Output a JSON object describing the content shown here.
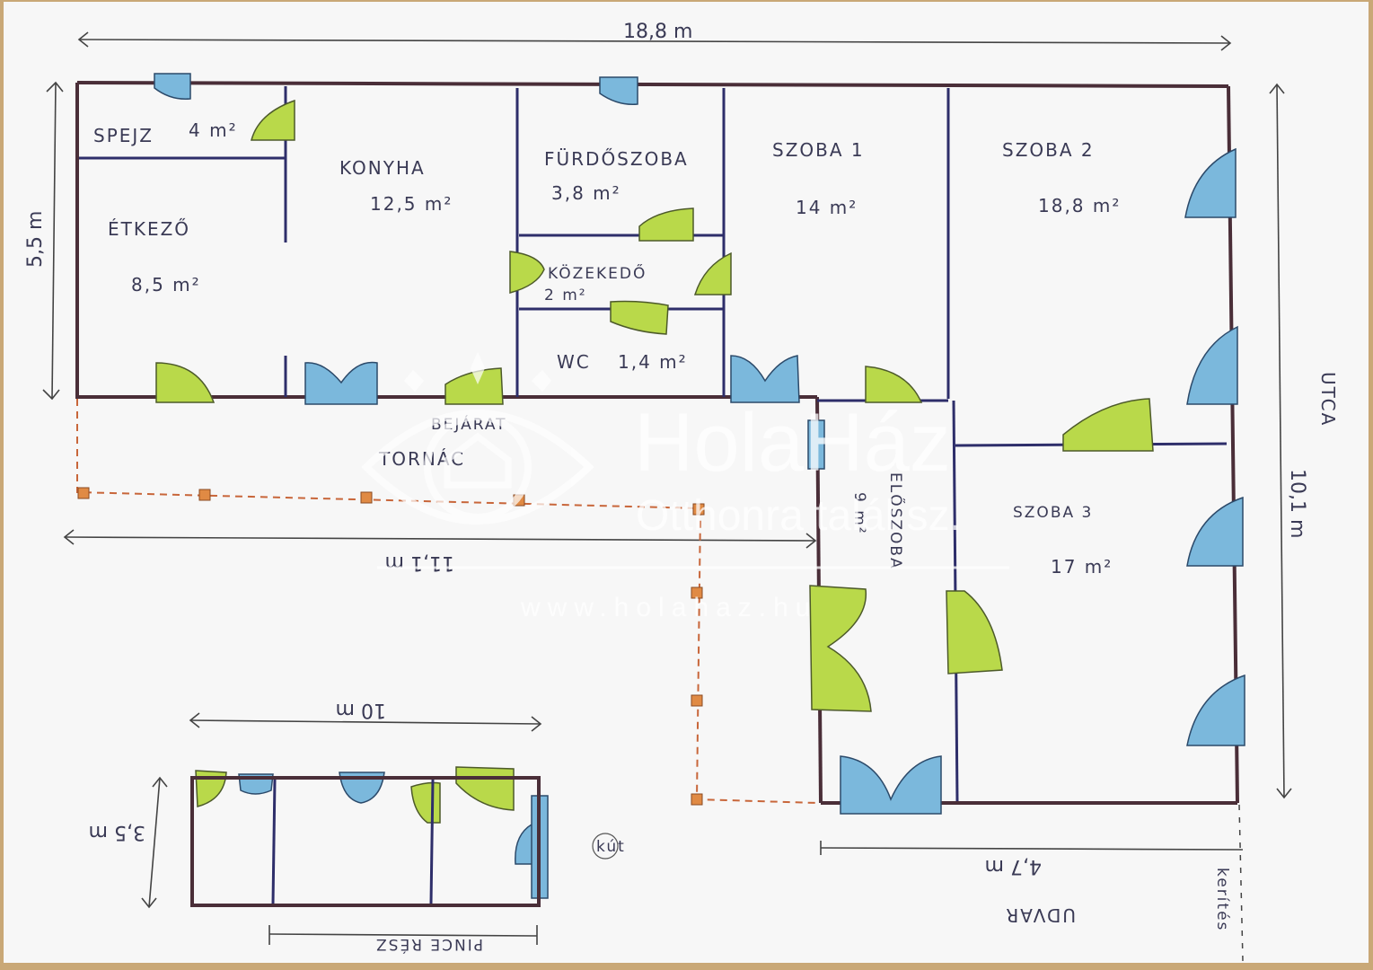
{
  "rooms": {
    "spejz": "SPEJZ",
    "spejz_area": "4 m²",
    "konyha": "KONYHA",
    "konyha_area": "12,5 m²",
    "etkezo": "ÉTKEZŐ",
    "etkezo_area": "8,5 m²",
    "furdoszoba": "FÜRDŐSZOBA",
    "furdoszoba_area": "3,8 m²",
    "kozlekedo": "KÖZEKEDŐ",
    "kozlekedo_area": "2 m²",
    "wc": "WC",
    "wc_area": "1,4 m²",
    "szoba1": "SZOBA 1",
    "szoba1_area": "14 m²",
    "szoba2": "SZOBA 2",
    "szoba2_area": "18,8 m²",
    "szoba3": "SZOBA 3",
    "szoba3_area": "17 m²",
    "eloszoba": "ELŐSZOBA",
    "eloszoba_area": "9 m²",
    "bejarat": "BEJÁRAT",
    "tornac": "TORNÁC"
  },
  "dimensions": {
    "top": "18,8 m",
    "left": "5,5 m",
    "right": "10,1 m",
    "porch": "11,1 m",
    "bottom": "4,7 m",
    "cellar_width": "10 m",
    "cellar_height": "3,5 m"
  },
  "labels": {
    "utca": "UTCA",
    "udvar": "UDVAR",
    "pince": "PINCE RÉSZ",
    "kertek": "kerítés",
    "kut": "kút"
  },
  "watermark": {
    "brand": "HolaHáz",
    "tagline": "Otthonra talál sz.",
    "url": "www.holahaz.hu"
  },
  "colors": {
    "door": "#b9d94a",
    "window": "#7bb8dc",
    "wall": "#4a2e38",
    "porch_posts": "#e08a44"
  }
}
